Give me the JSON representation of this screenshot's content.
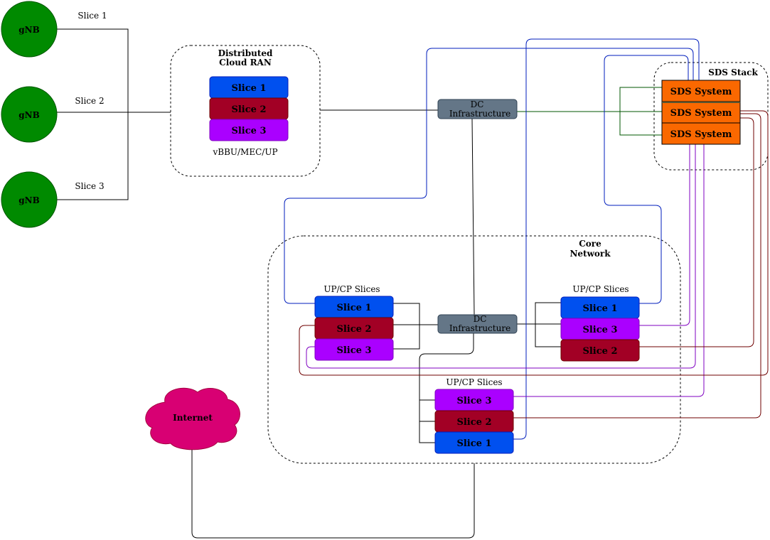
{
  "colors": {
    "gnb": "#008a00",
    "slice1": "#0050ef",
    "slice2": "#a20025",
    "slice3": "#aa00ff",
    "dc": "#647687",
    "sds": "#fa6800",
    "internet": "#d80073",
    "link_blue": "#001dbc",
    "link_purple": "#7f00c0",
    "link_maroon": "#6f0000",
    "link_green": "#005700",
    "link_black": "#000000"
  },
  "gnbs": [
    {
      "label": "gNB",
      "slice_label": "Slice 1"
    },
    {
      "label": "gNB",
      "slice_label": "Slice 2"
    },
    {
      "label": "gNB",
      "slice_label": "Slice 3"
    }
  ],
  "ran": {
    "title_line1": "Distributed",
    "title_line2": "Cloud RAN",
    "slices": [
      "Slice 1",
      "Slice 2",
      "Slice 3"
    ],
    "footer": "vBBU/MEC/UP"
  },
  "dc_top": {
    "line1": "DC",
    "line2": "Infrastructure"
  },
  "dc_core": {
    "line1": "DC",
    "line2": "Infrastructure"
  },
  "sds": {
    "title": "SDS Stack",
    "systems": [
      "SDS System",
      "SDS System",
      "SDS System"
    ]
  },
  "core": {
    "title_line1": "Core",
    "title_line2": "Network",
    "left_group": {
      "title": "UP/CP Slices",
      "slices": [
        "Slice 1",
        "Slice 2",
        "Slice 3"
      ]
    },
    "right_group": {
      "title": "UP/CP Slices",
      "slices": [
        "Slice 1",
        "Slice 3",
        "Slice 2"
      ]
    },
    "bottom_group": {
      "title": "UP/CP Slices",
      "slices": [
        "Slice 3",
        "Slice 2",
        "Slice 1"
      ]
    }
  },
  "internet": {
    "label": "Internet"
  }
}
